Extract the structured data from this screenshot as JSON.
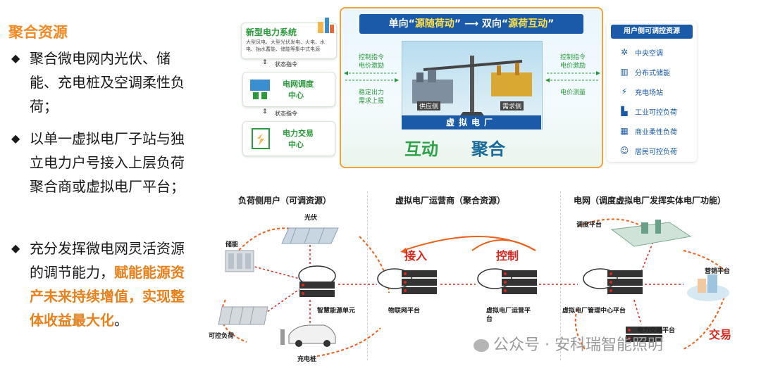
{
  "left": {
    "title": "聚合资源",
    "bullets": [
      {
        "text": "聚合微电网内光伏、储能、充电桩及空调柔性负荷；"
      },
      {
        "text": "以单一虚拟电厂子站与独立电力户号接入上层负荷聚合商或虚拟电厂平台；"
      },
      {
        "text_normal": "充分发挥微电网灵活资源的调节能力，",
        "text_highlight": "赋能能源资产未来持续增值，实现整体收益最大化",
        "text_end": "。"
      }
    ]
  },
  "top": {
    "system_title": "新型电力系统",
    "system_desc_1": "大型风电、大型光伏发电、火电、水",
    "system_desc_2": "电、抽水蓄能、储能等集中式电源",
    "status_cmd_1": "状态指令",
    "dispatch_center_1": "电网调度",
    "dispatch_center_2": "中心",
    "status_cmd_2": "状态指令",
    "trading_center_1": "电力交易",
    "trading_center_2": "中心",
    "banner_part1": "单向“",
    "banner_hl1": "源随荷动",
    "banner_part2": "” ⟶ 双向“",
    "banner_hl2": "源荷互动",
    "banner_part3": "”",
    "left_ctrl_1": "控制指令",
    "left_ctrl_2": "电价激励",
    "left_stable_1": "稳定出力",
    "left_stable_2": "需求上报",
    "right_ctrl_1": "控制指令",
    "right_ctrl_2": "电价激励",
    "right_measure": "电价测量",
    "supply_side": "供应侧",
    "demand_side": "需求侧",
    "vpp": "虚拟电厂",
    "hudong": "互动",
    "juhe": "聚合",
    "user_panel_title": "用户侧可调控资源",
    "user_items": [
      {
        "label": "中央空调",
        "icon": "fan-icon"
      },
      {
        "label": "分布式储能",
        "icon": "storage-icon"
      },
      {
        "label": "充电场站",
        "icon": "charging-icon"
      },
      {
        "label": "工业可控负荷",
        "icon": "factory-icon"
      },
      {
        "label": "商业柔性负荷",
        "icon": "building-icon"
      },
      {
        "label": "居民可控负荷",
        "icon": "people-icon"
      }
    ]
  },
  "bottom": {
    "sec1": "负荷侧用户（可调资源）",
    "sec2": "虚拟电厂运营商（聚合资源）",
    "sec3": "电网（调度虚拟电厂发挥实体电厂功能）",
    "pv": "光伏",
    "storage": "储能",
    "controllable_load": "可控负荷",
    "charging_pile": "充电桩",
    "smart_energy_unit": "智慧能源单元",
    "iot_platform": "物联网平台",
    "access": "接入",
    "control": "控制",
    "vpp_operator_1": "虚拟电厂运营平",
    "vpp_operator_2": "台",
    "vpp_mgmt": "虚拟电厂管理中心平台",
    "dispatch_platform": "调度平台",
    "marketing_platform": "营销平台",
    "trading_platform": "电力交易平台",
    "trade": "交易"
  },
  "watermark": "公众号 · 安科瑞智能照明",
  "colors": {
    "orange": "#F08A24",
    "blue": "#1a5aa8",
    "green": "#2B9A3A",
    "red": "#D6281E"
  }
}
